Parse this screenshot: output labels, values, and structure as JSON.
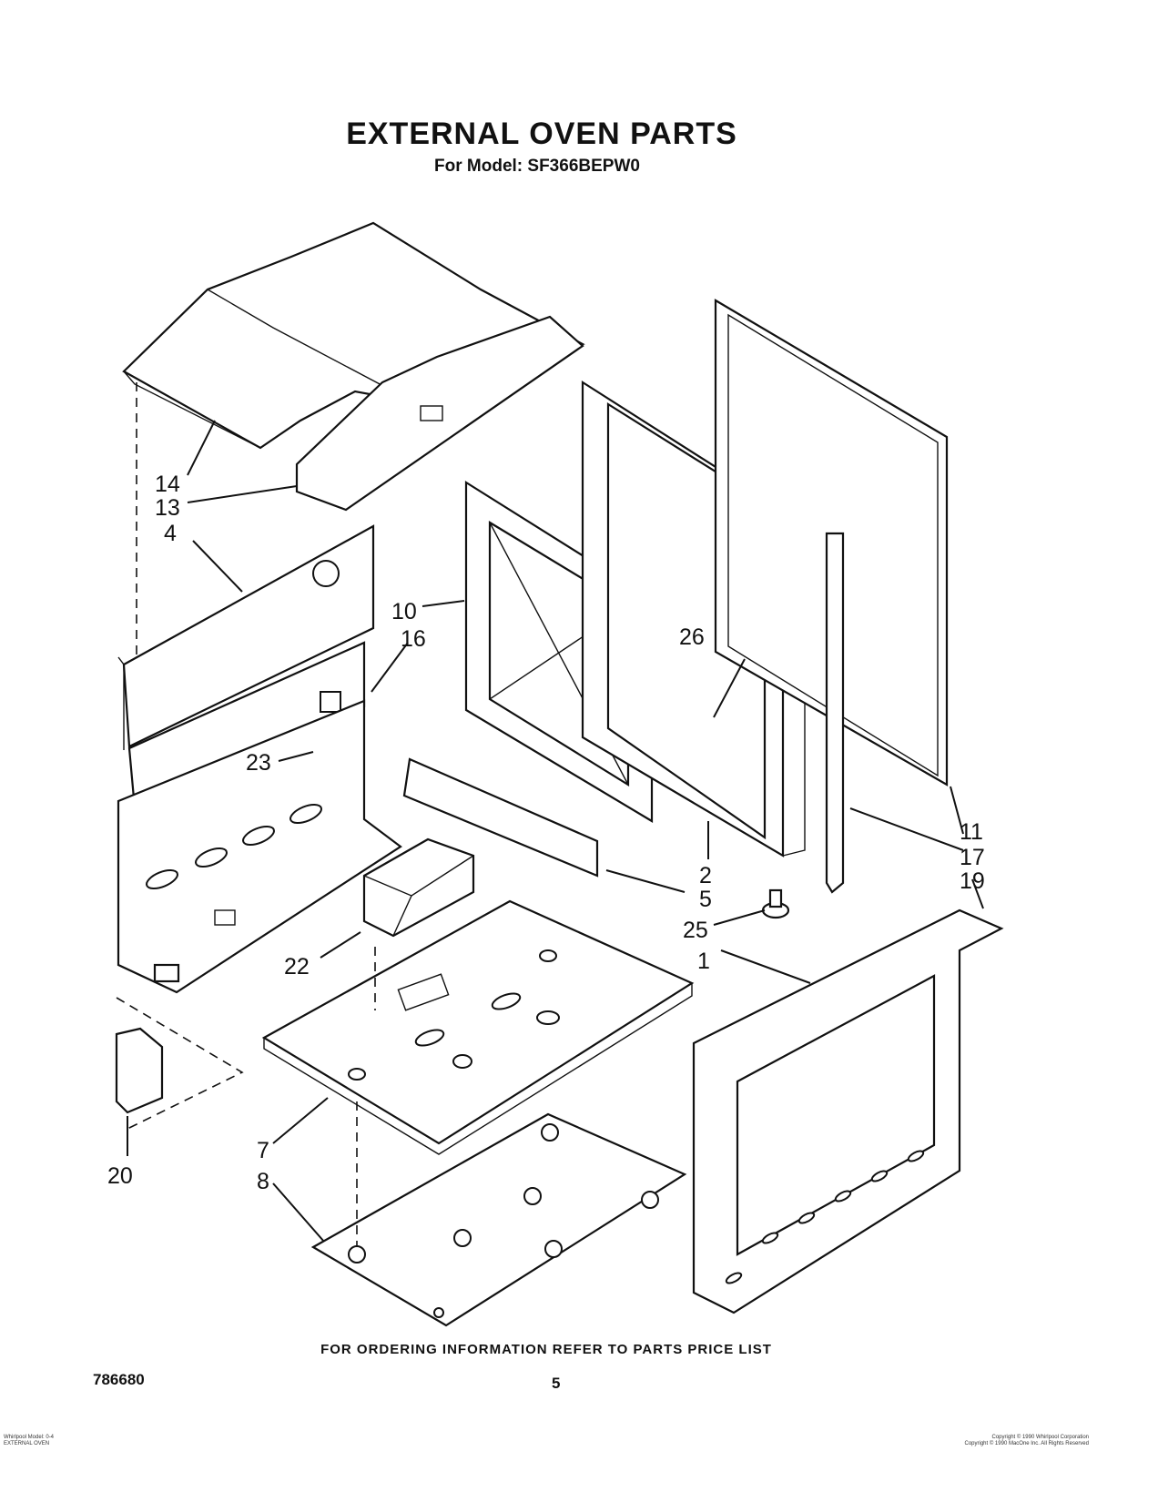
{
  "title": "EXTERNAL OVEN PARTS",
  "subtitle": "For Model: SF366BEPW0",
  "callouts": {
    "c1": "1",
    "c2": "2",
    "c4": "4",
    "c5": "5",
    "c7": "7",
    "c8": "8",
    "c10": "10",
    "c11": "11",
    "c13": "13",
    "c14": "14",
    "c16": "16",
    "c17": "17",
    "c19": "19",
    "c20": "20",
    "c22": "22",
    "c23": "23",
    "c25": "25",
    "c26": "26"
  },
  "footer": "FOR ORDERING INFORMATION REFER TO PARTS PRICE LIST",
  "part_code": "786680",
  "page_number": "5",
  "fine_print": {
    "left_line1": "Whirlpool Model: 0-4",
    "left_line2": "EXTERNAL OVEN",
    "right_line1": "Copyright © 1990 Whirlpool Corporation",
    "right_line2": "Copyright © 1990 MacOne Inc. All Rights Reserved"
  }
}
